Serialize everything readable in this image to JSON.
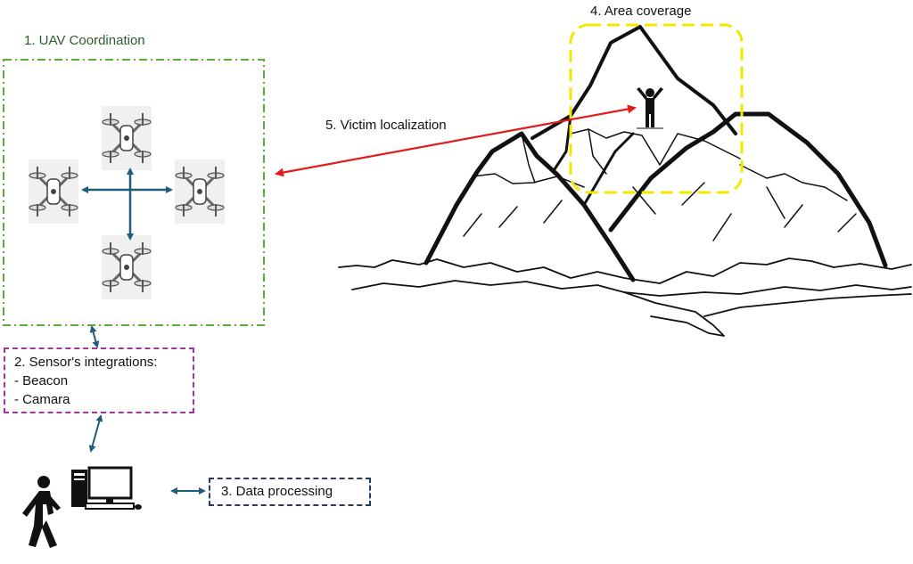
{
  "labels": {
    "uav_coordination": "1. UAV Coordination",
    "sensor_title": "2. Sensor's integrations:",
    "sensor_items": [
      "- Beacon",
      "- Camara"
    ],
    "data_processing": "3. Data processing",
    "area_coverage": "4. Area coverage",
    "victim_localization": "5. Victim localization"
  },
  "colors": {
    "uav_box": "#5aab3a",
    "sensor_box": "#a0359a",
    "data_box": "#243b63",
    "area_box": "#f2e800",
    "link_arrow": "#1f5d7a",
    "victim_arrow": "#e21b1b"
  },
  "icons": [
    "drone-icon",
    "person-walking-icon",
    "computer-icon",
    "victim-icon",
    "mountain-illustration"
  ]
}
